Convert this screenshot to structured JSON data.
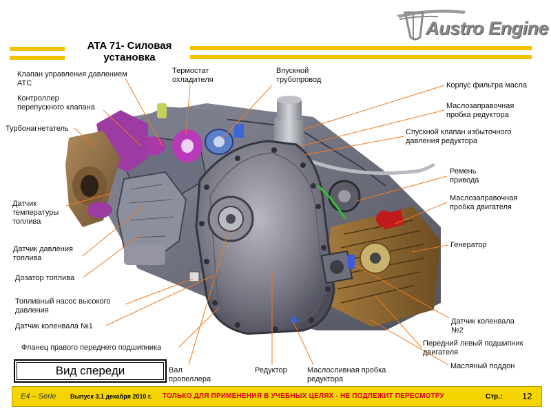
{
  "header": {
    "title_line1": "ATA 71- Силовая",
    "title_line2": "установка",
    "logo_text": "Austro Engine"
  },
  "labels": {
    "atc_valve": "Клапан управления давлением\nАТС",
    "bypass_controller": "Контроллер\nперепускного клапана",
    "turbocharger": "Турбонагнетатель",
    "fuel_temp_sensor": "Датчик\nтемпературы\nтоплива",
    "fuel_pressure_sensor": "Датчик давления\nтоплива",
    "fuel_metering": "Дозатор топлива",
    "hp_fuel_pump": "Топливный насос высокого\nдавления",
    "crankshaft_sensor_1": "Датчик коленвала №1",
    "right_front_bearing": "Фланец правого переднего подшипника",
    "prop_shaft": "Вал\nпропеллера",
    "gearbox": "Редуктор",
    "gearbox_drain_plug": "Маслосливная пробка\nредуктора",
    "coolant_thermostat": "Термостат\nохладителя",
    "intake_manifold": "Впускной\nтрубопровод",
    "oil_filter_housing": "Корпус фильтра масла",
    "gearbox_filler_plug": "Маслозаправочная\nпробка редуктора",
    "gearbox_relief_valve": "Спускной клапан избыточного\nдавления редуктора",
    "drive_belt": "Ремень\nпривода",
    "engine_filler_plug": "Маслозаправочная\nпробка двигателя",
    "generator": "Генератор",
    "crankshaft_sensor_2": "Датчик коленвала\n№2",
    "left_front_bearing": "Передний левый подшипник\nдвигателя",
    "oil_pan": "Масляный поддон"
  },
  "view_label": "Вид спереди",
  "footer": {
    "series": "E4 – Serie",
    "issue": "Выпуск 3.1 декабря 2010 г.",
    "notice": "ТОЛЬКО ДЛЯ ПРИМЕНЕНИЯ  В УЧЕБНЫХ ЦЕЛЯХ  - НЕ ПОДЛЕЖИТ ПЕРЕСМОТРУ",
    "page_label": "Стр.:",
    "page_number": "12"
  },
  "colors": {
    "accent_yellow": "#f2c200",
    "leader_orange": "#f07a1a",
    "notice_red": "#d9001b",
    "footer_yellow": "#f5d400"
  }
}
